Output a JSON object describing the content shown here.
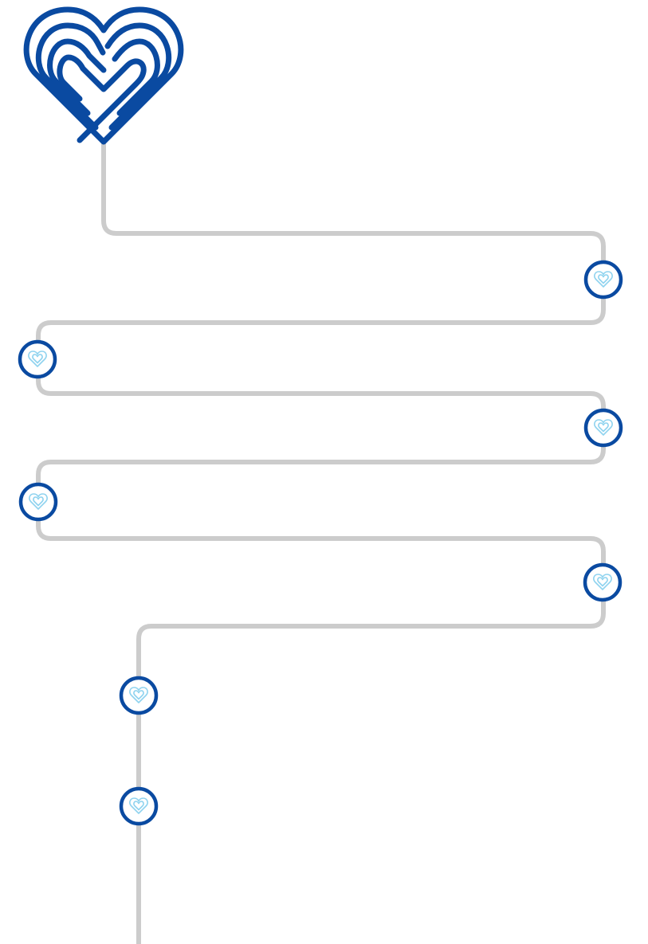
{
  "colors": {
    "background": "#ffffff",
    "brand_blue": "#0a4aa1",
    "path_gray": "#cccccc",
    "node_heart": "#8fd3ef"
  },
  "logo": {
    "icon": "striped-heart-logo-icon"
  },
  "milestones": [
    {
      "icon": "heart-icon",
      "side": "right"
    },
    {
      "icon": "heart-icon",
      "side": "left"
    },
    {
      "icon": "heart-icon",
      "side": "right"
    },
    {
      "icon": "heart-icon",
      "side": "left"
    },
    {
      "icon": "heart-icon",
      "side": "right"
    },
    {
      "icon": "heart-icon",
      "side": "center"
    },
    {
      "icon": "heart-icon",
      "side": "center"
    }
  ]
}
